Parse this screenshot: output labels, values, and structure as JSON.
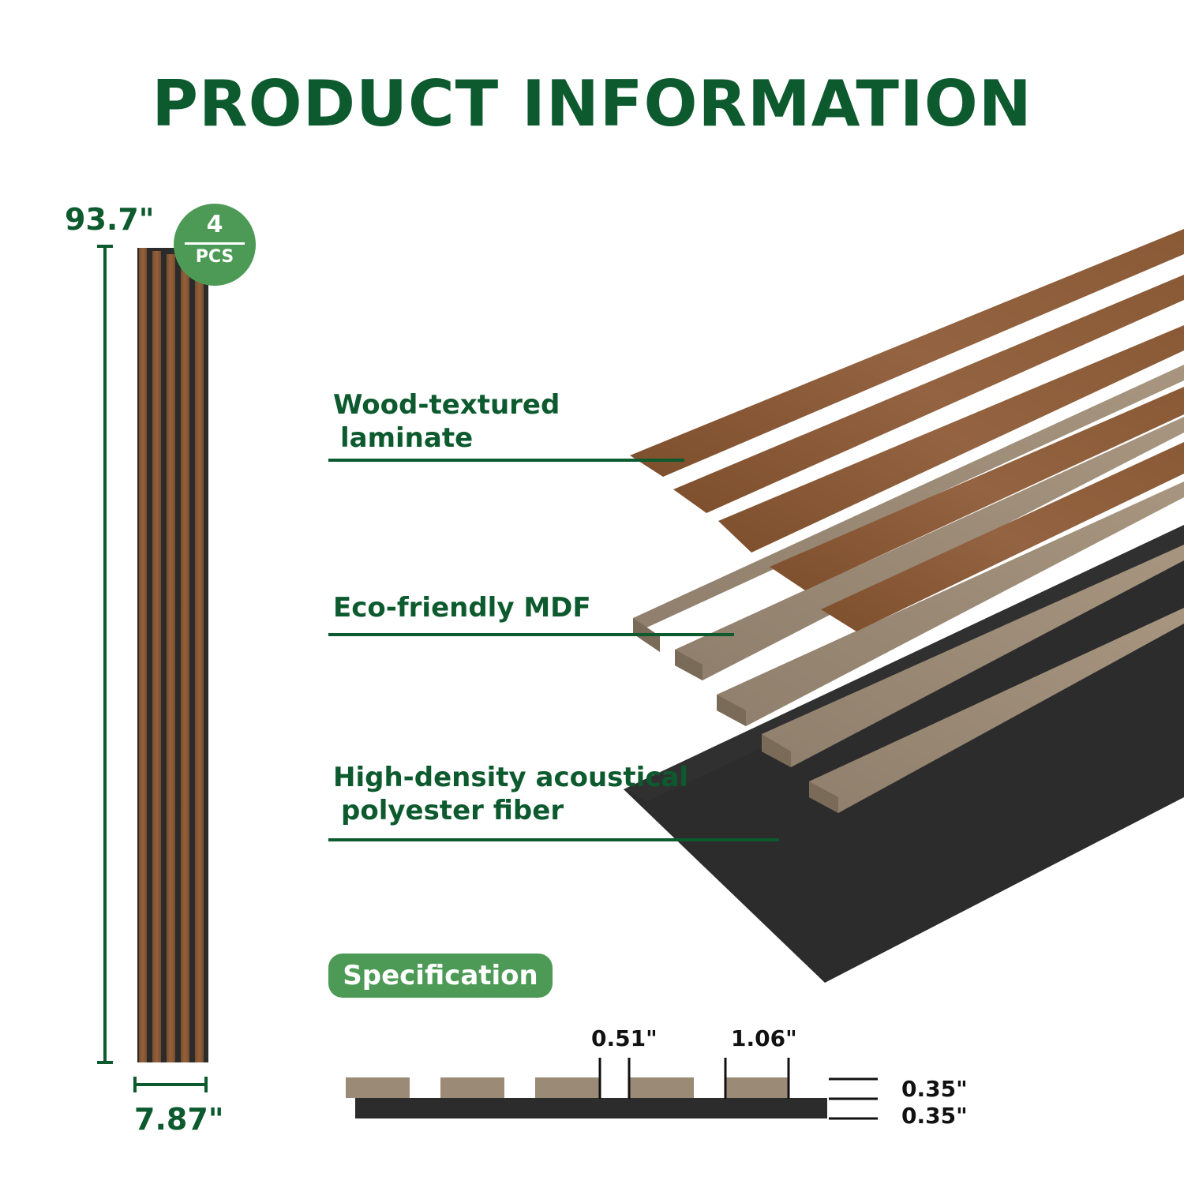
{
  "title": "PRODUCT INFORMATION",
  "dimensions": {
    "height": "93.7\"",
    "width": "7.87\""
  },
  "quantity_badge": {
    "quantity": "4",
    "unit": "PCS"
  },
  "layers": [
    {
      "line1": "Wood-textured",
      "line2": "laminate"
    },
    {
      "line1": "Eco-friendly MDF",
      "line2": ""
    },
    {
      "line1": "High-density acoustical",
      "line2": "polyester fiber"
    }
  ],
  "specification": {
    "label": "Specification",
    "slat_gap": "0.51\"",
    "slat_width": "1.06\"",
    "slat_thickness": "0.35\"",
    "felt_thickness": "0.35\""
  },
  "colors": {
    "brand_green": "#0c5a2e",
    "accent_green": "#4c9a55",
    "wood": "#8a5a35",
    "mdf": "#9b8a76",
    "felt": "#2a2a2a"
  }
}
